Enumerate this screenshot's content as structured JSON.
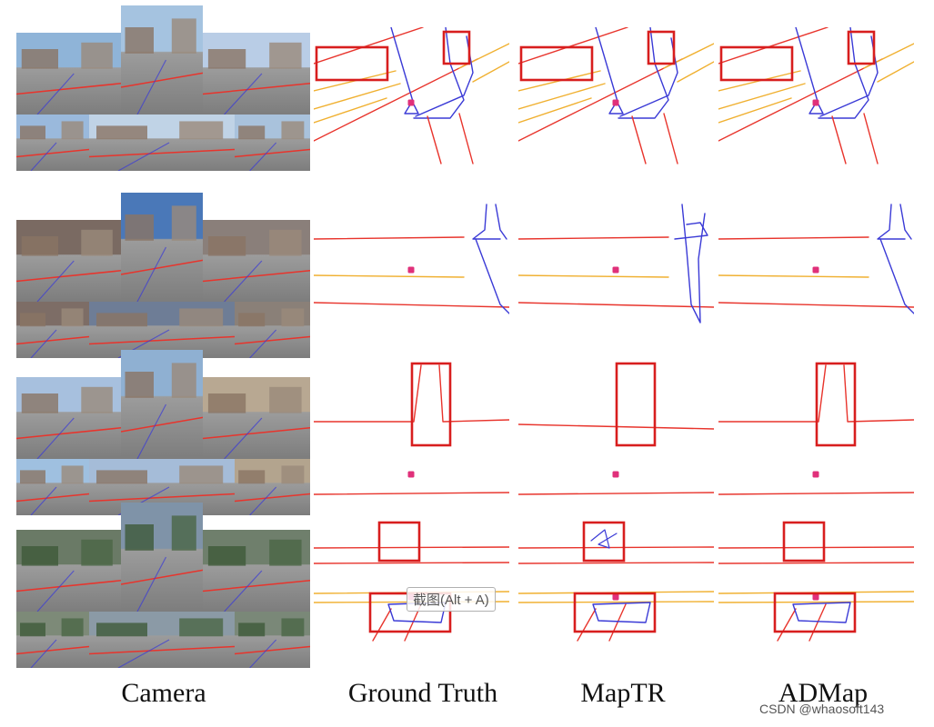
{
  "columns": [
    {
      "label": "Camera"
    },
    {
      "label": "Ground Truth"
    },
    {
      "label": "MapTR"
    },
    {
      "label": "ADMap"
    }
  ],
  "legend_colors": {
    "divider": "#e8342c",
    "ped_crossing": "#3a3ad6",
    "boundary": "#f0b030",
    "highlight_box": "#d81e1e",
    "ego": "#e0307a"
  },
  "overlay": {
    "tooltip": "截图(Alt + A)",
    "credit": "CSDN @whaosoft143"
  }
}
